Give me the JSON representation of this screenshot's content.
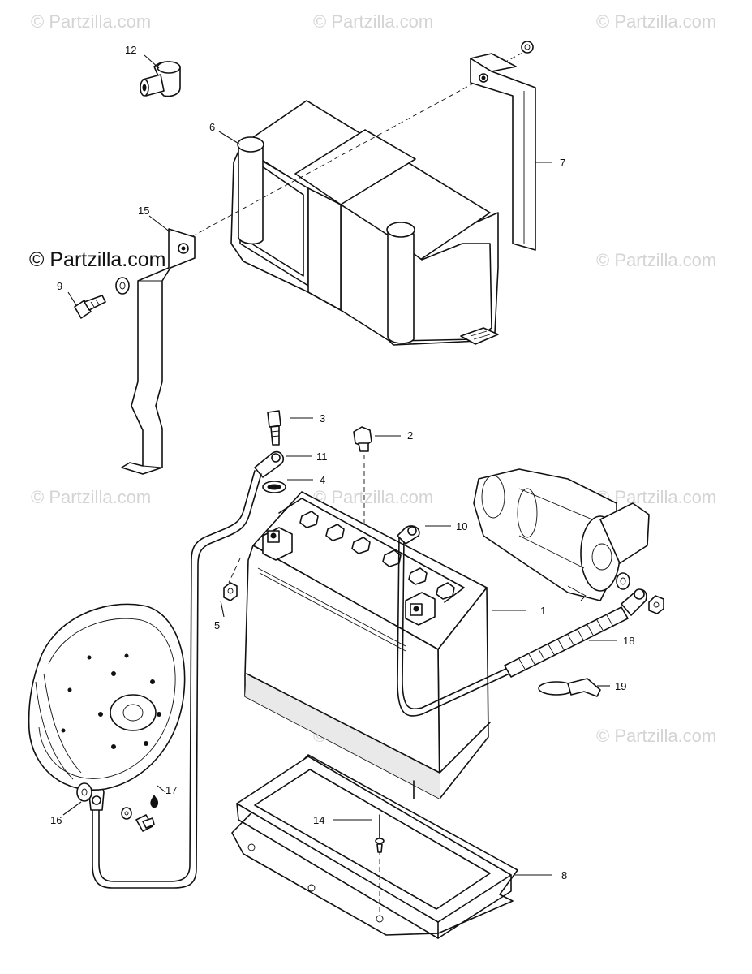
{
  "watermark": {
    "text": "© Partzilla.com",
    "prominent_text": "© Partzilla.com"
  },
  "callouts": {
    "c1": "1",
    "c2": "2",
    "c3": "3",
    "c4": "4",
    "c5": "5",
    "c6": "6",
    "c7": "7",
    "c8": "8",
    "c9": "9",
    "c10": "10",
    "c11": "11",
    "c12": "12",
    "c14": "14",
    "c15": "15",
    "c16": "16",
    "c17": "17",
    "c18": "18",
    "c19": "19"
  },
  "colors": {
    "line": "#111111",
    "watermark": "#d4d4d4",
    "background": "#ffffff"
  }
}
